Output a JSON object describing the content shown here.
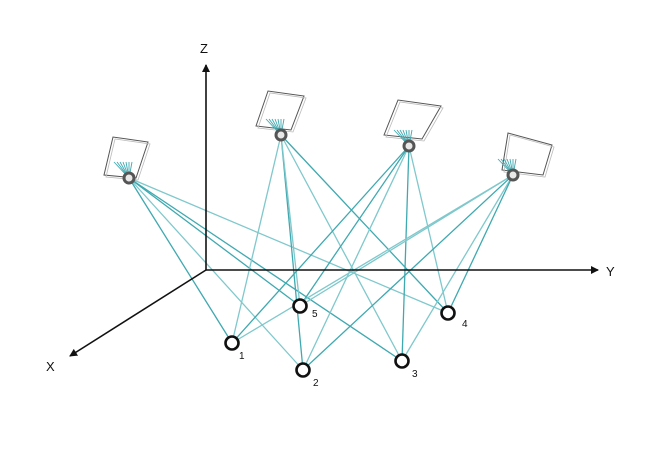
{
  "axes": {
    "z_label": "Z",
    "y_label": "Y",
    "x_label": "X"
  },
  "cameras": [
    {
      "id": "camera-1"
    },
    {
      "id": "camera-2"
    },
    {
      "id": "camera-3"
    },
    {
      "id": "camera-4"
    }
  ],
  "markers": [
    {
      "id": "marker-1",
      "label": "1"
    },
    {
      "id": "marker-2",
      "label": "2"
    },
    {
      "id": "marker-3",
      "label": "3"
    },
    {
      "id": "marker-4",
      "label": "4"
    },
    {
      "id": "marker-5",
      "label": "5"
    }
  ],
  "colors": {
    "ray": "#3fa9b0",
    "ray_light": "#7fc8cc",
    "axis": "#111111",
    "camera_body": "#8a8a8a",
    "marker": "#111111"
  }
}
